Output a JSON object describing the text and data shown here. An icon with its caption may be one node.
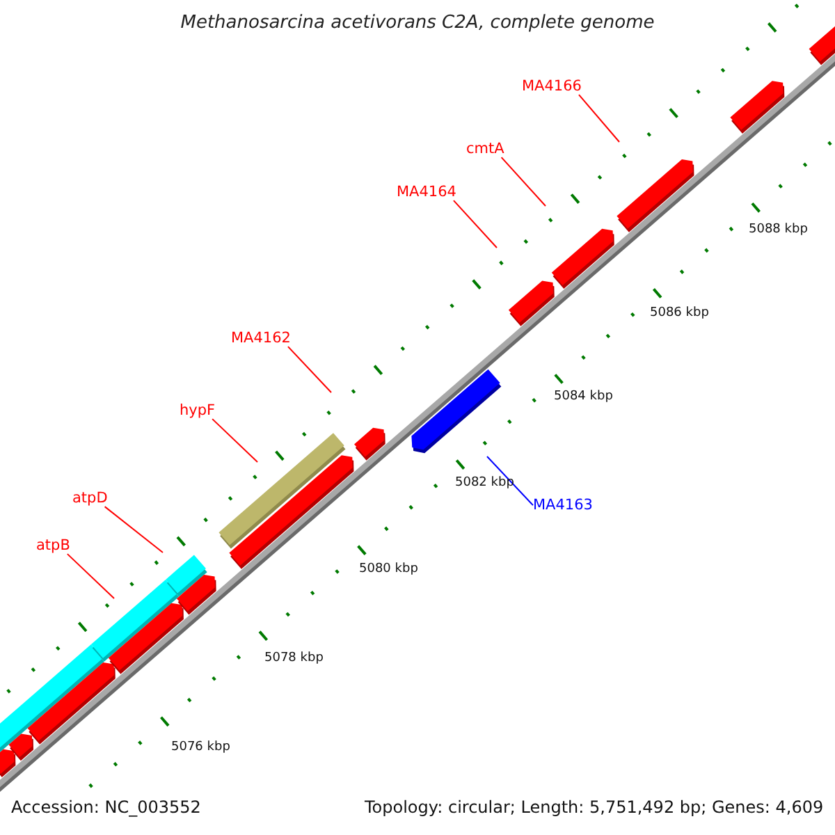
{
  "diagram": {
    "title": "Methanosarcina acetivorans C2A, complete genome",
    "nodes": [
      {
        "text": [
          "MA4166"
        ]
      },
      {
        "text": [
          "cmtA"
        ]
      },
      {
        "text": [
          "MA4164"
        ]
      },
      {
        "text": [
          "MA4162"
        ]
      },
      {
        "text": [
          "hypF"
        ]
      },
      {
        "text": [
          "atpD"
        ]
      },
      {
        "text": [
          "atpB"
        ]
      },
      {
        "text": [
          "MA4163"
        ]
      }
    ],
    "edges": [
      {
        "from": 0,
        "to": null,
        "arrow": "none"
      },
      {
        "from": 1,
        "to": null,
        "arrow": "none"
      },
      {
        "from": 2,
        "to": null,
        "arrow": "none"
      },
      {
        "from": 3,
        "to": null,
        "arrow": "none"
      },
      {
        "from": 4,
        "to": null,
        "arrow": "none"
      },
      {
        "from": 5,
        "to": null,
        "arrow": "none"
      },
      {
        "from": 6,
        "to": null,
        "arrow": "none"
      },
      {
        "from": 7,
        "to": null,
        "arrow": "none",
        "color": "#0000ff"
      }
    ],
    "labels": [
      "5088 kbp",
      "5086 kbp",
      "5084 kbp",
      "5082 kbp",
      "5080 kbp",
      "5078 kbp",
      "5076 kbp",
      "Accession: NC_003552",
      "Topology: circular; Length: 5,751,492 bp; Genes: 4,609"
    ]
  }
}
